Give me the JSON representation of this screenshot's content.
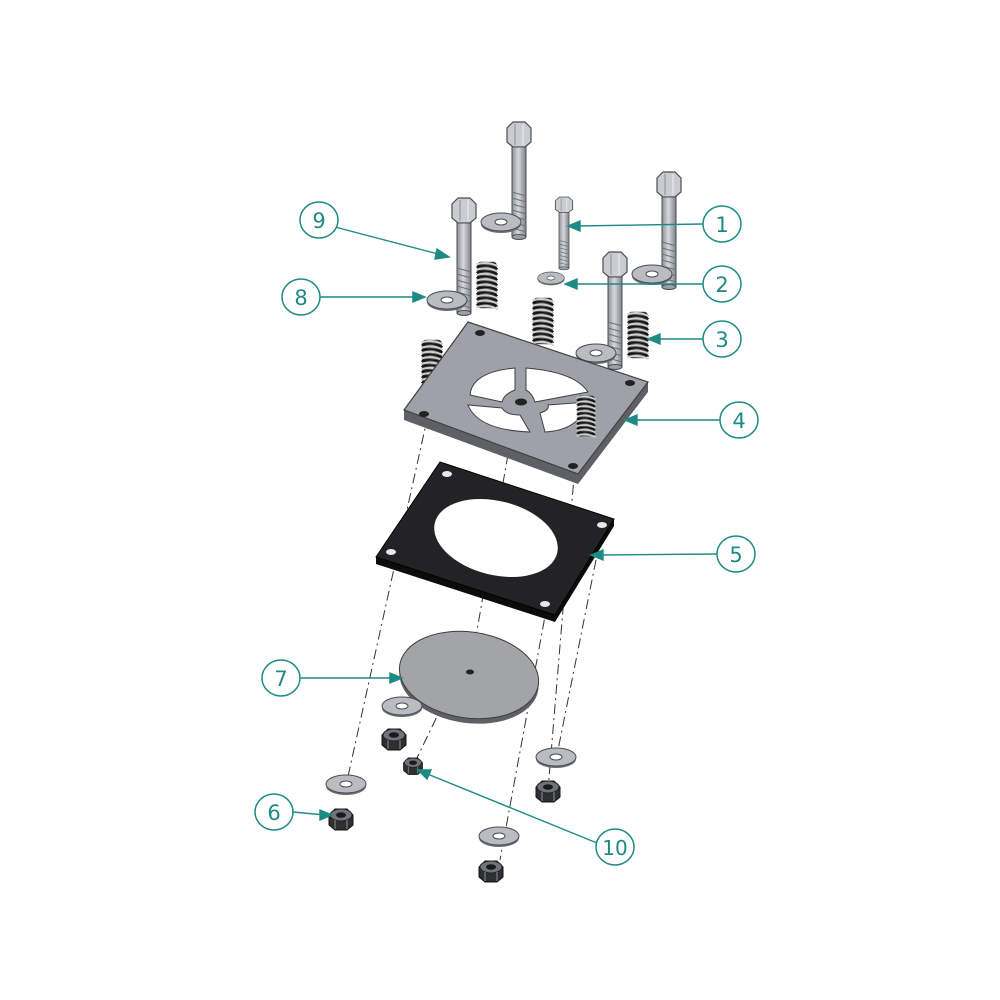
{
  "diagram": {
    "callouts": [
      {
        "id": "c1",
        "label": "1"
      },
      {
        "id": "c2",
        "label": "2"
      },
      {
        "id": "c3",
        "label": "3"
      },
      {
        "id": "c4",
        "label": "4"
      },
      {
        "id": "c5",
        "label": "5"
      },
      {
        "id": "c6",
        "label": "6"
      },
      {
        "id": "c7",
        "label": "7"
      },
      {
        "id": "c8",
        "label": "8"
      },
      {
        "id": "c9",
        "label": "9"
      },
      {
        "id": "c10",
        "label": "10"
      }
    ],
    "colors": {
      "callout": "#1e8a86",
      "metal": "#b8bcc2",
      "plate": "#8f9398",
      "gasket": "#1e1e20",
      "disc": "#9a9a9a",
      "spring": "#2a2a2a",
      "nut": "#3a3a3a"
    }
  }
}
